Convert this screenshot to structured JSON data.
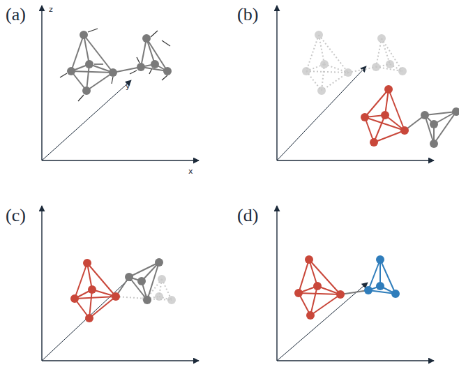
{
  "diagram": {
    "labels": [
      "(a)",
      "(b)",
      "(c)",
      "(d)",
      "z",
      "y",
      "x"
    ]
  }
}
